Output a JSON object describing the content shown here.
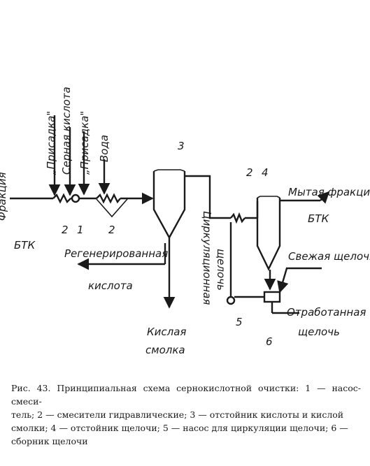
{
  "labels": {
    "fraction_btk_1": "Фракция",
    "fraction_btk_2": "БТК",
    "additive_1": "„Присадка\"",
    "sulfuric_acid": "Серная кислота",
    "additive_2": "„Присадка\"",
    "water": "Вода",
    "regenerated_acid_1": "Регенерированная",
    "regenerated_acid_2": "кислота",
    "acid_tar_1": "Кислая",
    "acid_tar_2": "смолка",
    "circulating_alkali_1": "Циркуляционная",
    "circulating_alkali_2": "щелочь",
    "washed_fraction_1": "Мытая фракция",
    "washed_fraction_2": "БТК",
    "fresh_alkali": "Свежая щелочь",
    "spent_alkali_1": "Отработанная",
    "spent_alkali_2": "щелочь"
  },
  "numbers": {
    "n2_a": "2",
    "n1": "1",
    "n2_b": "2",
    "n3": "3",
    "n2_c": "2",
    "n4": "4",
    "n5": "5",
    "n6": "6"
  },
  "caption": {
    "line1": "Рис. 43. Принципиальная схема сернокислотной очистки: 1 — насос-смеси-",
    "line2": "тель; 2 — смесители гидравлические; 3 — отстойник кислоты и кислой",
    "line3": "смолки; 4 — отстойник щелочи; 5 — насос для циркуляции щелочи; 6 —",
    "line4": "сборник щелочи"
  }
}
